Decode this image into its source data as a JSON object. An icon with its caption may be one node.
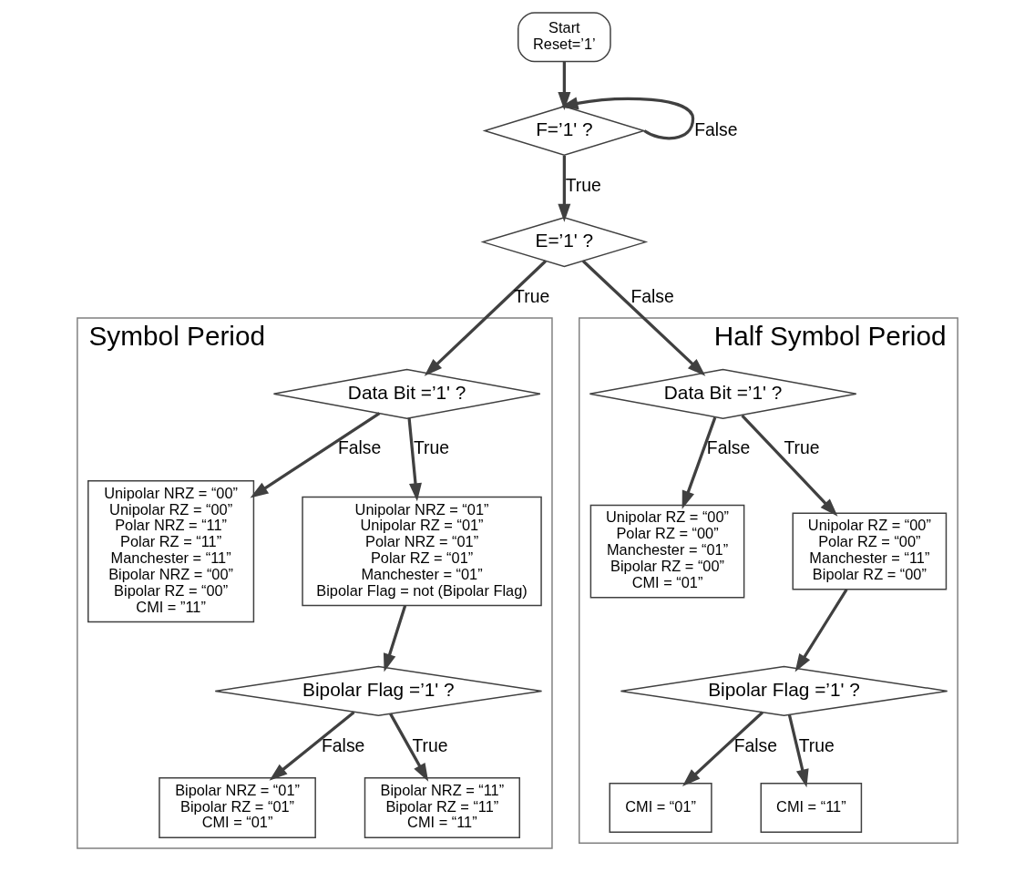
{
  "diagram": {
    "nodes": [
      {
        "text": [
          "Start",
          "Reset=’1’"
        ]
      },
      {
        "text": [
          "F=’1' ?"
        ]
      },
      {
        "text": [
          "Symbol Period"
        ]
      },
      {
        "text": [
          "Half Symbol Period"
        ]
      },
      {
        "text": [
          "E=’1' ?"
        ]
      },
      {
        "text": [
          "Data Bit =’1' ?"
        ],
        "in": 2
      },
      {
        "text": [
          "Unipolar NRZ = “00”",
          "Unipolar RZ = “00”",
          "Polar NRZ = “11”",
          "Polar RZ = “11”",
          "Manchester = “11”",
          "Bipolar NRZ = “00”",
          "Bipolar RZ = “00”",
          "CMI = ”11”"
        ],
        "in": 2
      },
      {
        "text": [
          "Unipolar NRZ = “01”",
          "Unipolar RZ = “01”",
          "Polar NRZ = “01”",
          "Polar RZ = “01”",
          "Manchester = “01”",
          "Bipolar Flag = not (Bipolar Flag)"
        ],
        "in": 2
      },
      {
        "text": [
          "Bipolar Flag =’1' ?"
        ],
        "in": 2
      },
      {
        "text": [
          "Bipolar NRZ = “01”",
          "Bipolar RZ = “01”",
          "CMI = “01”"
        ],
        "in": 2
      },
      {
        "text": [
          "Bipolar NRZ = “11”",
          "Bipolar RZ = “11”",
          "CMI = “11”"
        ],
        "in": 2
      },
      {
        "text": [
          "Data Bit =’1' ?"
        ],
        "in": 3
      },
      {
        "text": [
          "Unipolar RZ = “00”",
          "Polar RZ = “00”",
          "Manchester = “01”",
          "Bipolar RZ = “00”",
          "CMI = “01”"
        ],
        "in": 3
      },
      {
        "text": [
          "Unipolar RZ = “00”",
          "Polar RZ = “00”",
          "Manchester = “11”",
          "Bipolar RZ = “00”"
        ],
        "in": 3
      },
      {
        "text": [
          "Bipolar Flag =’1' ?"
        ],
        "in": 3
      },
      {
        "text": [
          "CMI = “01”"
        ],
        "in": 3
      },
      {
        "text": [
          "CMI = “11”"
        ],
        "in": 3
      }
    ],
    "edges": [
      {
        "from": 0,
        "to": 1,
        "arrow": "to"
      },
      {
        "from": 1,
        "to": 1,
        "label": "False",
        "arrow": "to"
      },
      {
        "from": 1,
        "to": 4,
        "label": "True",
        "arrow": "to"
      },
      {
        "from": 4,
        "to": 5,
        "label": "True",
        "arrow": "to"
      },
      {
        "from": 4,
        "to": 11,
        "label": "False",
        "arrow": "to"
      },
      {
        "from": 5,
        "to": 6,
        "label": "False",
        "arrow": "to"
      },
      {
        "from": 5,
        "to": 7,
        "label": "True",
        "arrow": "to"
      },
      {
        "from": 7,
        "to": 8,
        "arrow": "to"
      },
      {
        "from": 8,
        "to": 9,
        "label": "False",
        "arrow": "to"
      },
      {
        "from": 8,
        "to": 10,
        "label": "True",
        "arrow": "to"
      },
      {
        "from": 11,
        "to": 12,
        "label": "False",
        "arrow": "to"
      },
      {
        "from": 11,
        "to": 13,
        "label": "True",
        "arrow": "to"
      },
      {
        "from": 13,
        "to": 14,
        "arrow": "to"
      },
      {
        "from": 14,
        "to": 15,
        "label": "False",
        "arrow": "to"
      },
      {
        "from": 14,
        "to": 16,
        "label": "True",
        "arrow": "to"
      }
    ]
  }
}
